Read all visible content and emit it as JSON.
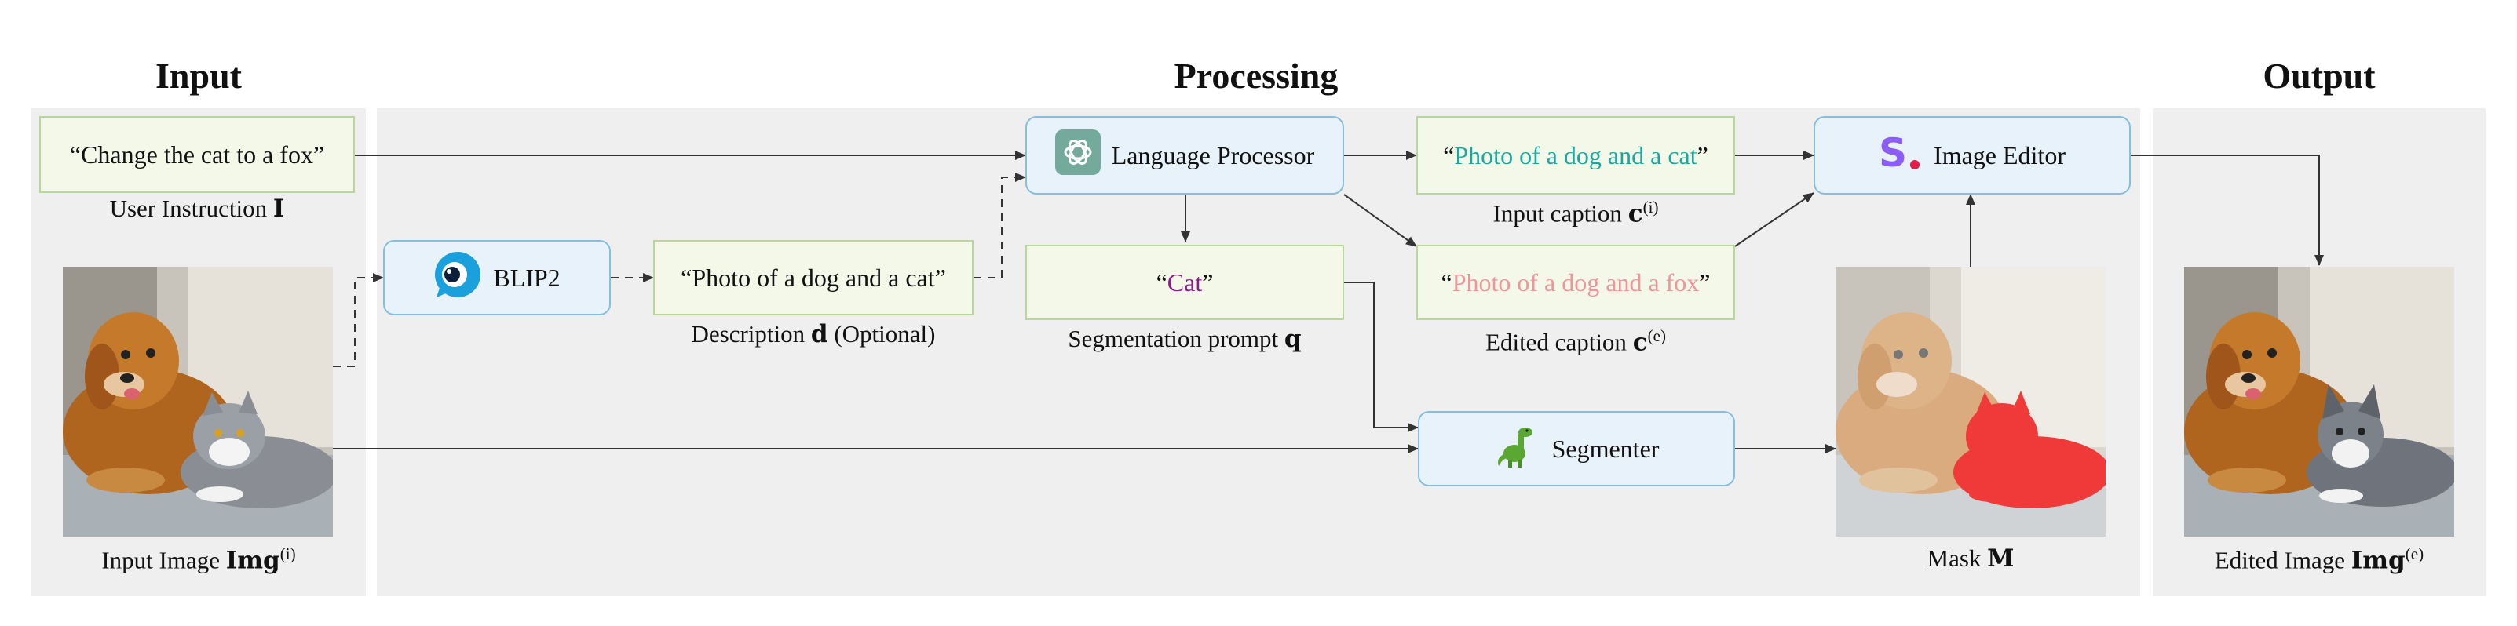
{
  "sections": {
    "input": "Input",
    "processing": "Processing",
    "output": "Output"
  },
  "nodes": {
    "user_instruction_text": "“Change the cat to a fox”",
    "blip2": "BLIP2",
    "description_text": "“Photo of a dog and a cat”",
    "language_processor": "Language Processor",
    "seg_prompt_open": "“",
    "seg_prompt_word": "Cat",
    "seg_prompt_close": "”",
    "input_caption_open": "“",
    "input_caption_body": "Photo of a dog and a cat",
    "input_caption_close": "”",
    "edited_caption_open": "“",
    "edited_caption_body": "Photo of a dog and a fox",
    "edited_caption_close": "”",
    "segmenter": "Segmenter",
    "image_editor": "Image Editor"
  },
  "labels": {
    "user_instruction": "User Instruction ",
    "user_instruction_sym": "I",
    "description": "Description ",
    "description_sym": "d",
    "description_suffix": " (Optional)",
    "seg_prompt": "Segmentation prompt ",
    "seg_prompt_sym": "q",
    "input_caption": "Input caption ",
    "input_caption_sym": "c",
    "input_caption_sup": "(i)",
    "edited_caption": "Edited caption ",
    "edited_caption_sym": "c",
    "edited_caption_sup": "(e)",
    "input_image": "Input Image ",
    "input_image_sym": "Img",
    "input_image_sup": "(i)",
    "mask": "Mask ",
    "mask_sym": "M",
    "edited_image": "Edited Image ",
    "edited_image_sym": "Img",
    "edited_image_sup": "(e)"
  },
  "icons": {
    "language_processor": "openai-logo-icon",
    "blip2": "eye-logo-icon",
    "segmenter": "dinosaur-icon",
    "image_editor": "s-dot-logo-icon"
  },
  "colors": {
    "input_caption_text": "#19a89f",
    "edited_caption_text": "#f0959c",
    "segmentation_word": "#8e1b8e",
    "mask_overlay": "#f03a3a",
    "box_green_border": "#b9d79a",
    "box_blue_border": "#86bedf"
  }
}
